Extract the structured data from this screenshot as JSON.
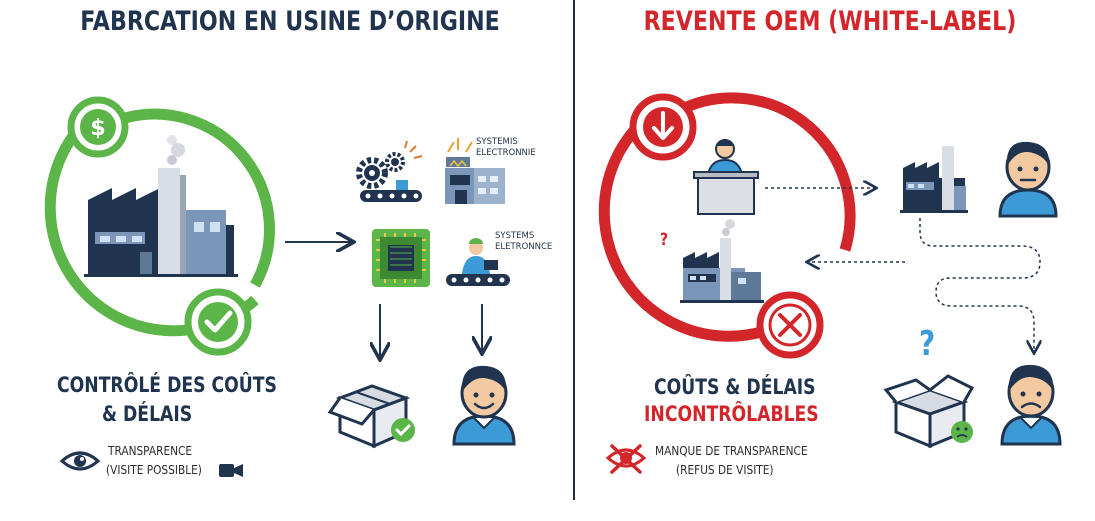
{
  "left": {
    "title": "FABRCATION EN USINE D’ORIGINE",
    "summary_line1": "CONTRÔLÉ DES COÛTS",
    "summary_line2": "& DÉLAIS",
    "transparency_line1": "TRANSPARENCE",
    "transparency_line2": "(VISITE POSSIBLE)",
    "supplier_label_1_line1": "SYSTEMIS",
    "supplier_label_1_line2": "ELECTRONNIE",
    "supplier_label_2_line1": "SYSTEMS",
    "supplier_label_2_line2": "ELETRONNCE",
    "icons": [
      "dollar-icon",
      "factory-icon",
      "check-icon",
      "gears-icon",
      "electronics-factory-icon",
      "circuit-chip-icon",
      "worker-conveyor-icon",
      "box-icon",
      "happy-customer-icon",
      "eye-icon",
      "camera-icon"
    ]
  },
  "right": {
    "title": "REVENTE OEM (WHITE-LABEL)",
    "summary_line1": "COÛTS & DÉLAIS",
    "summary_line2": "INCONTRÔLABLES",
    "transparency_line1": "MANQUE DE TRANSPARENCE",
    "transparency_line2": "(REFUS DE VISITE)",
    "question_mark": "?",
    "icons": [
      "down-arrow-icon",
      "reseller-desk-icon",
      "factory-icon",
      "x-icon",
      "unknown-factory-icon",
      "worried-person-icon",
      "damaged-box-icon",
      "sad-person-icon",
      "crossed-eye-icon"
    ]
  },
  "colors": {
    "navy": "#20344f",
    "green": "#5cb548",
    "red": "#d3262b",
    "factory_blue": "#7b96b8",
    "skin": "#f2c9a0",
    "shirt": "#3c9ad6"
  }
}
